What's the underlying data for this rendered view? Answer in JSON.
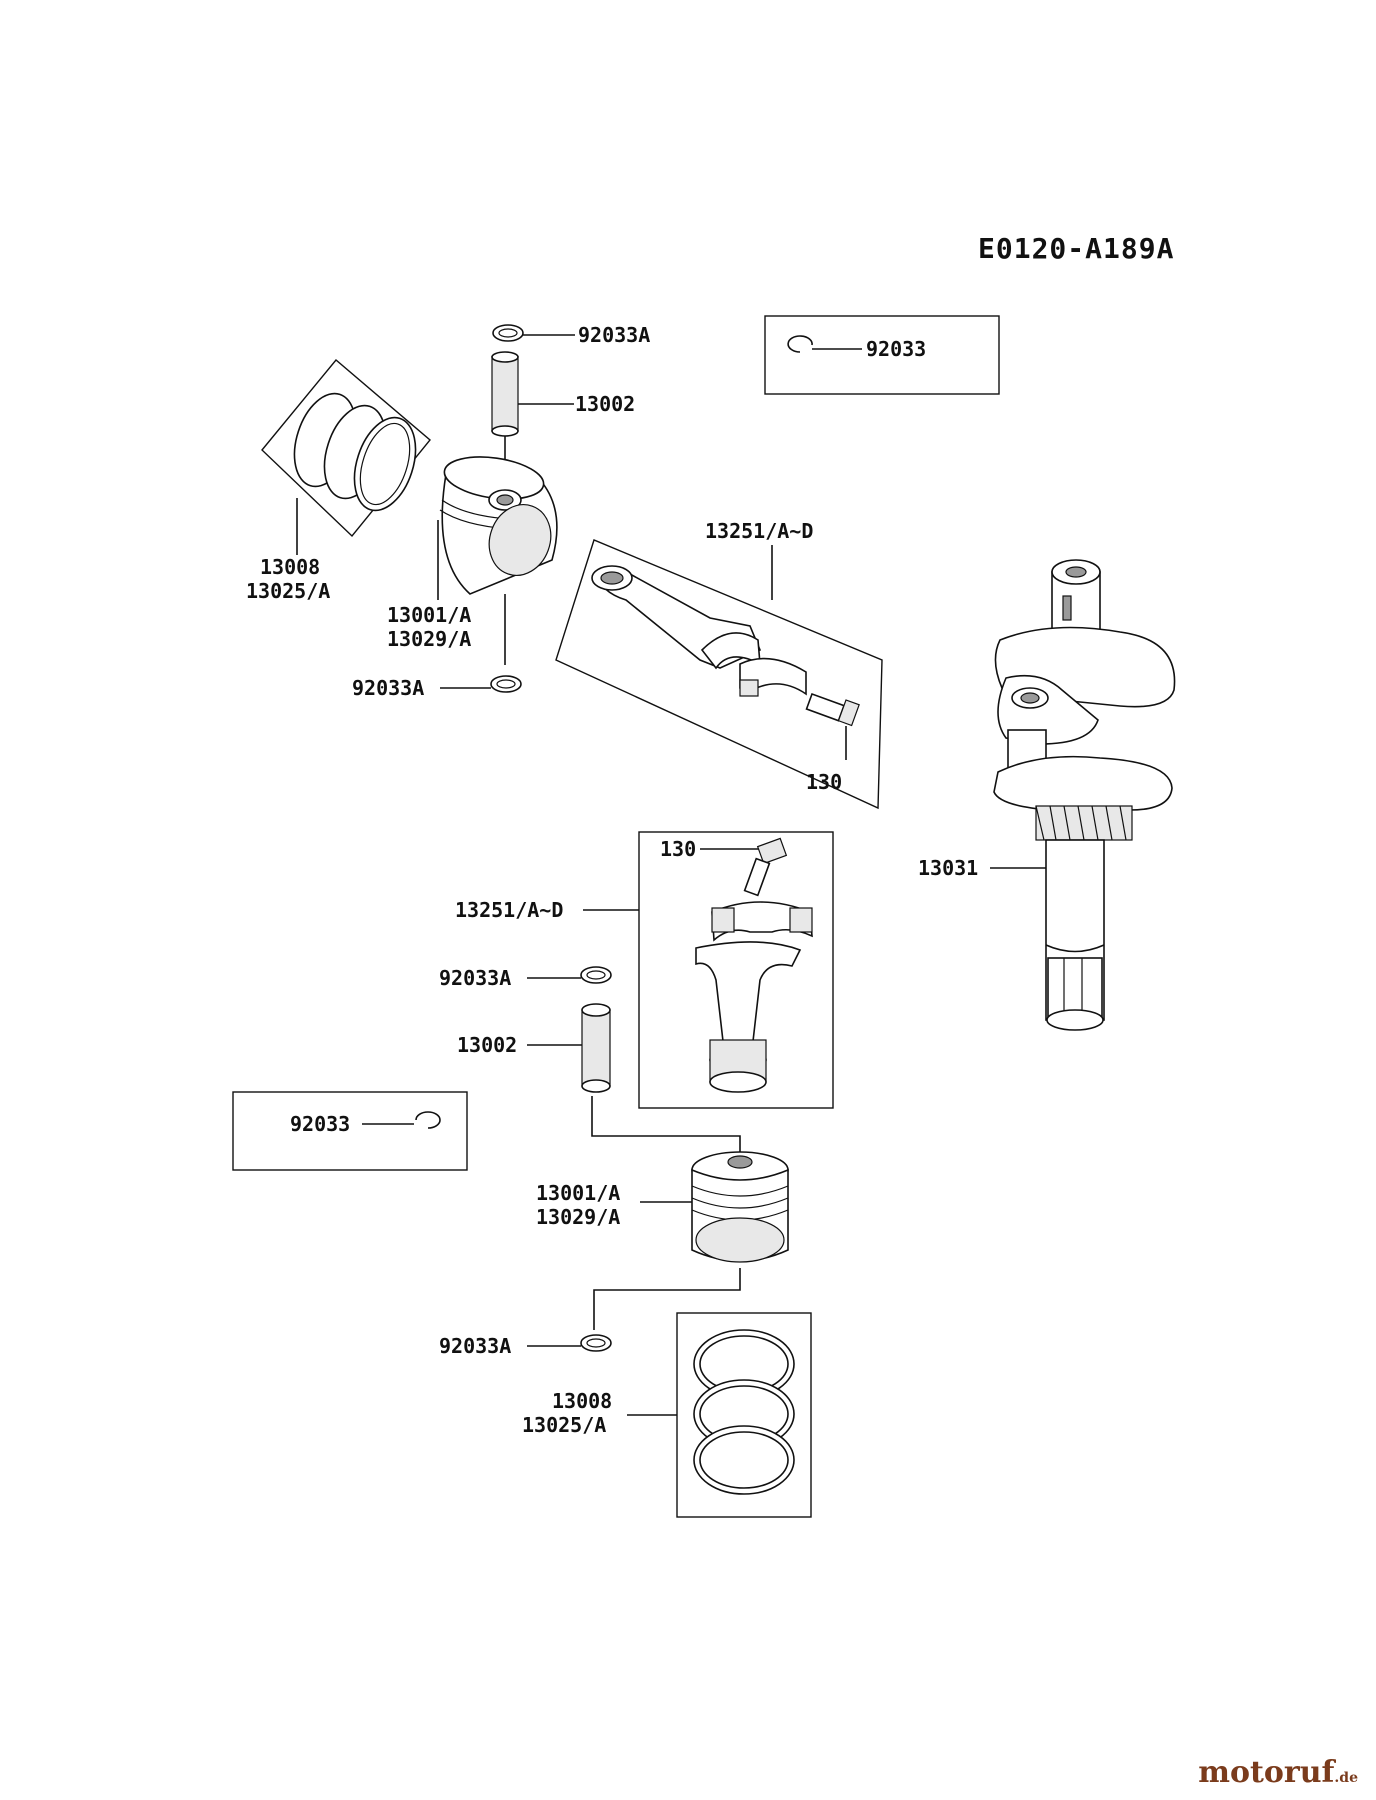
{
  "diagram_code": "E0120-A189A",
  "labels": {
    "clip_top": "92033A",
    "clip_alt_top": "92033",
    "pin_top": "13002",
    "rings_top_line1": "13008",
    "rings_top_line2": "13025/A",
    "piston_top_line1": "13001/A",
    "piston_top_line2": "13029/A",
    "clip_lower_top": "92033A",
    "conrod_top": "13251/A~D",
    "bolt_top": "130",
    "crankshaft": "13031",
    "bolt_bottom": "130",
    "conrod_bottom": "13251/A~D",
    "clip_bottom_1": "92033A",
    "pin_bottom": "13002",
    "clip_alt_bottom": "92033",
    "piston_bottom_line1": "13001/A",
    "piston_bottom_line2": "13029/A",
    "clip_bottom_2": "92033A",
    "rings_bottom_line1": "13008",
    "rings_bottom_line2": "13025/A"
  },
  "watermark": {
    "brand": "motoruf",
    "tld": ".de"
  }
}
